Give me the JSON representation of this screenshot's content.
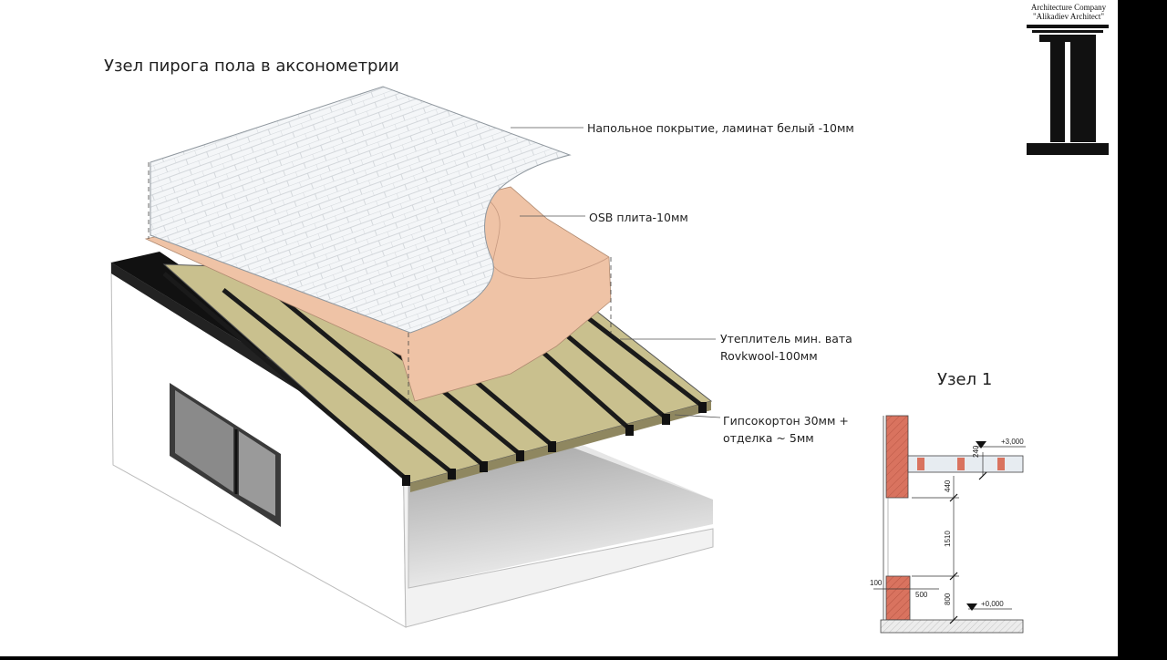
{
  "title": "Узел пирога пола в аксонометрии",
  "layers": [
    {
      "line1": "Напольное покрытие, ламинат белый -10мм",
      "line2": ""
    },
    {
      "line1": "OSB плита-10мм",
      "line2": ""
    },
    {
      "line1": "Утеплитель мин. вата",
      "line2": "Rovkwool-100мм"
    },
    {
      "line1": "Гипсокортон 30мм +",
      "line2": "отделка ~ 5мм"
    }
  ],
  "company": {
    "line1": "Architecture Company",
    "line2": "\"Alikadiev Architect\""
  },
  "node": {
    "title": "Узел 1",
    "dims": {
      "d240": "240",
      "d440": "440",
      "d1510": "1510",
      "d800": "800",
      "d100": "100",
      "d500": "500"
    },
    "levels": {
      "top": "+3,000",
      "bottom": "+0,000"
    }
  },
  "colors": {
    "osb": "#efc3a6",
    "insulation": "#c9c08e",
    "brick": "#d9735f",
    "laminate": "#f3f6f8"
  }
}
